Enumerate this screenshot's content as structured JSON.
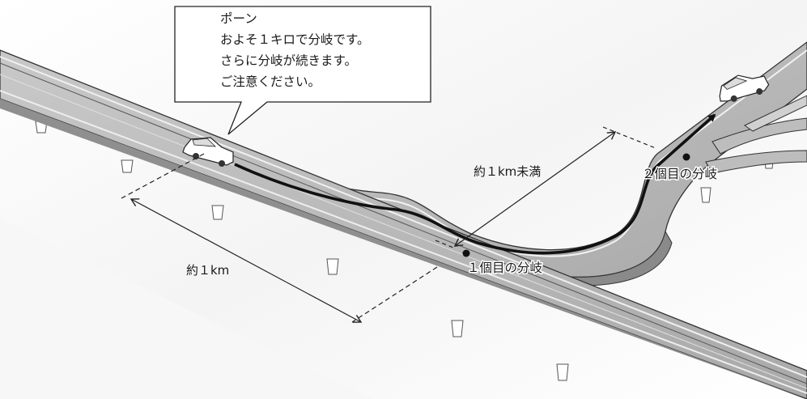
{
  "speech_bubble": {
    "lines": [
      "ポーン",
      "およそ１キロで分岐です。",
      "さらに分岐が続きます。",
      "ご注意ください。"
    ]
  },
  "labels": {
    "distance_1km": "約１km",
    "distance_under_1km": "約１km未満",
    "branch_1": "１個目の分岐",
    "branch_2": "２個目の分岐"
  }
}
